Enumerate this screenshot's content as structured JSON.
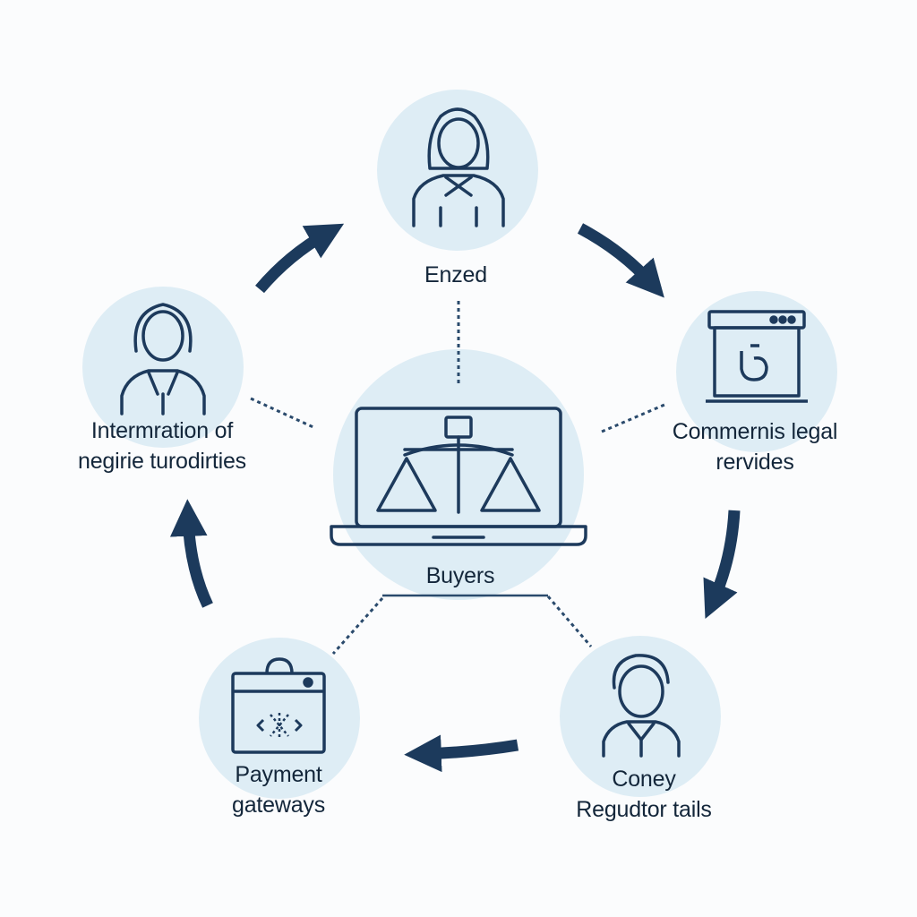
{
  "colors": {
    "circle_fill": "#deedf5",
    "icon_stroke": "#1d3a5c",
    "arrow": "#1c3a5c",
    "connector": "#2a4a6c",
    "text": "#13263a"
  },
  "nodes": {
    "top": {
      "icon": "woman-icon",
      "label_lines": [
        "Enzed"
      ]
    },
    "right": {
      "icon": "browser-window-icon",
      "label_lines": [
        "Commernis legal",
        "rervides"
      ]
    },
    "bottom_right": {
      "icon": "man-icon",
      "label_lines": [
        "Coney",
        "Regudtor tails"
      ]
    },
    "bottom_left": {
      "icon": "payment-terminal-icon",
      "label_lines": [
        "Payment",
        "gateways"
      ]
    },
    "left": {
      "icon": "businesswoman-icon",
      "label_lines": [
        "Intermration of",
        "negirie turodirties"
      ]
    },
    "center": {
      "icon": "laptop-scales-icon",
      "label_lines": [
        "Buyers"
      ]
    }
  }
}
